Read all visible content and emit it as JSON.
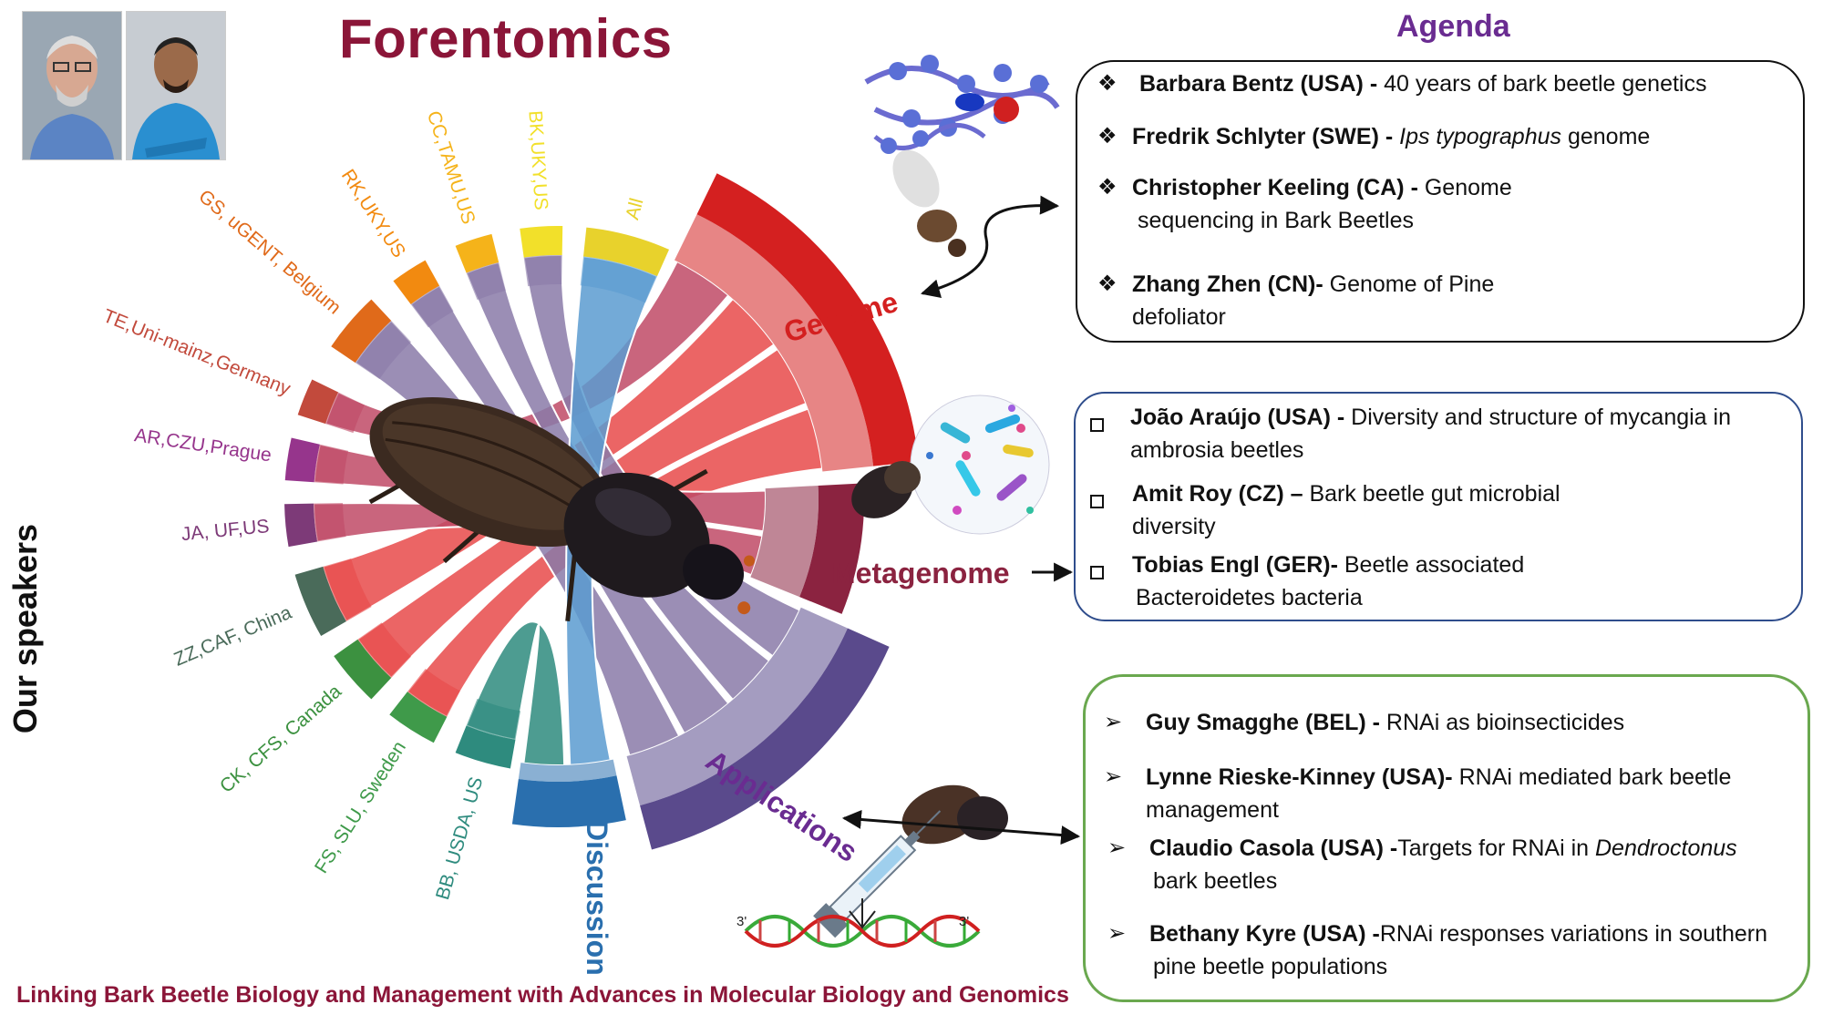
{
  "header": {
    "title": "Forentomics",
    "agenda_title": "Agenda",
    "speakers_label": "Our speakers",
    "footer": "Linking Bark Beetle Biology and Management with Advances in Molecular Biology and Genomics"
  },
  "chord": {
    "speakers": [
      {
        "label": "BB, USDA, US",
        "color": "#2e8b7e"
      },
      {
        "label": "FS, SLU, Sweden",
        "color": "#3f9a4a"
      },
      {
        "label": "CK, CFS, Canada",
        "color": "#3c9140"
      },
      {
        "label": "ZZ,CAF, China",
        "color": "#4a6b5a"
      },
      {
        "label": "JA, UF,US",
        "color": "#7d3a78"
      },
      {
        "label": "AR,CZU,Prague",
        "color": "#96358c"
      },
      {
        "label": "TE,Uni-mainz,Germany",
        "color": "#c24a3c"
      },
      {
        "label": "GS, uGENT, Belgium",
        "color": "#e06a1a"
      },
      {
        "label": "RK,UKY,US",
        "color": "#f28a10"
      },
      {
        "label": "CC,TAMU,US",
        "color": "#f5b31a"
      },
      {
        "label": "BK,UKY,US",
        "color": "#f2e02a"
      },
      {
        "label": "All",
        "color": "#e8d22c"
      }
    ],
    "topics": [
      {
        "label": "Genome",
        "color": "#d42020"
      },
      {
        "label": "Metagenome",
        "color": "#8b2340"
      },
      {
        "label": "Applications",
        "color": "#5a4a8c"
      },
      {
        "label": "Discussion",
        "color": "#2a6fae"
      }
    ]
  },
  "agenda": {
    "genome": {
      "arrow_label": "Genome",
      "items": [
        {
          "bullet": "❖",
          "bold": "Barbara Bentz (USA) -",
          "text": " 40 years of bark beetle genetics"
        },
        {
          "bullet": "❖",
          "bold": "Fredrik Schlyter (SWE) -",
          "italic": " Ips typographus",
          "text": " genome"
        },
        {
          "bullet": "❖",
          "bold": "Christopher Keeling (CA) -",
          "text": " Genome",
          "line2": "sequencing in Bark Beetles"
        },
        {
          "bullet": "❖",
          "bold": "Zhang Zhen (CN)-",
          "text": " Genome of Pine",
          "line2": "defoliator"
        }
      ]
    },
    "metagenome": {
      "arrow_label": "Metagenome",
      "items": [
        {
          "bold": "João Araújo (USA) -",
          "text": " Diversity and structure of mycangia in",
          "line2": "ambrosia beetles"
        },
        {
          "bold": "Amit Roy (CZ) –",
          "text": " Bark beetle gut microbial",
          "line2": "diversity"
        },
        {
          "bold": "Tobias Engl (GER)-",
          "text": " Beetle associated",
          "line2": "Bacteroidetes bacteria"
        }
      ]
    },
    "applications": {
      "arrow_label": "Applications",
      "items": [
        {
          "bullet": "➢",
          "bold": "Guy Smagghe (BEL) -",
          "text": " RNAi as bioinsecticides"
        },
        {
          "bullet": "➢",
          "bold": "Lynne Rieske-Kinney (USA)-",
          "text": " RNAi mediated bark beetle",
          "line2": "management"
        },
        {
          "bullet": "➢",
          "bold": "Claudio  Casola (USA) -",
          "text": "Targets  for RNAi in ",
          "italic_after": "Dendroctonus",
          "line2": "bark beetles"
        },
        {
          "bullet": "➢",
          "bold": "Bethany Kyre (USA) -",
          "text": "RNAi responses  variations in southern",
          "line2": "pine beetle populations"
        }
      ]
    }
  },
  "dna_labels": {
    "left": "3'",
    "right": "3'"
  }
}
